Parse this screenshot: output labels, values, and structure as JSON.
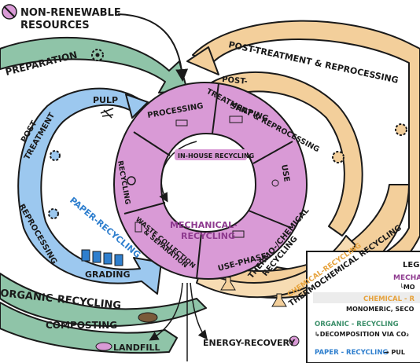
{
  "title": {
    "line1": "NON-RENEWABLE",
    "line2": "RESOURCES"
  },
  "outer_green": {
    "preparation": "PREPARATION",
    "organic_recycling": "ORGANIC-RECYCLING",
    "composting": "COMPOSTING"
  },
  "blue_loop": {
    "pulp": "PULP",
    "post_treatment_1": "POST-",
    "post_treatment_2": "TREATMENT",
    "reprocessing": "REPROCESSING",
    "paper_recycling": "PAPER-RECYCLING",
    "grading": "GRADING"
  },
  "purple_loop": {
    "processing": "PROCESSING",
    "shaping": "SHAPING",
    "use": "USE",
    "use_phase": "USE-PHASE",
    "waste_1": "WASTE COLLECTION",
    "waste_2": "& SEPARATION",
    "recycling": "RECYCLING",
    "in_house": "IN-HOUSE RECYCLING",
    "mech_1": "MECHANICAL-",
    "mech_2": "RECYCLING"
  },
  "orange_loop": {
    "outer": "POST-TREATMENT & REPROCESSING",
    "inner_1": "POST-",
    "inner_2": "TREATMENT & REPROCESSING",
    "thermo_1": "THERMO-/CHEMICAL",
    "thermo_2": "RECYCLING",
    "chemical": "CHEMICAL-RECYCLING",
    "thermochemical": "THERMOCHEMICAL RECYCLING"
  },
  "bottom": {
    "landfill": "LANDFILL",
    "energy": "ENERGY-RECOVERY"
  },
  "legend": {
    "title": "LEG",
    "mech": "MECHA",
    "mech_sub": "└MO",
    "chem": "CHEMICAL - R",
    "chem_sub": "MONOMERIC, SECO",
    "organic": "ORGANIC - RECYCLING",
    "organic_sub": "↳DECOMPOSITION VIA CO₂",
    "paper": "PAPER - RECYCLING",
    "paper_sub": "→ PUL"
  },
  "colors": {
    "green": "#8fc4a8",
    "blue": "#9cc8ef",
    "purple": "#d99ad6",
    "orange": "#f3cf9b",
    "purple_text": "#8e3a8f",
    "blue_text": "#2f7fce",
    "orange_text": "#e6a23c",
    "green_text": "#3c8f6a"
  }
}
